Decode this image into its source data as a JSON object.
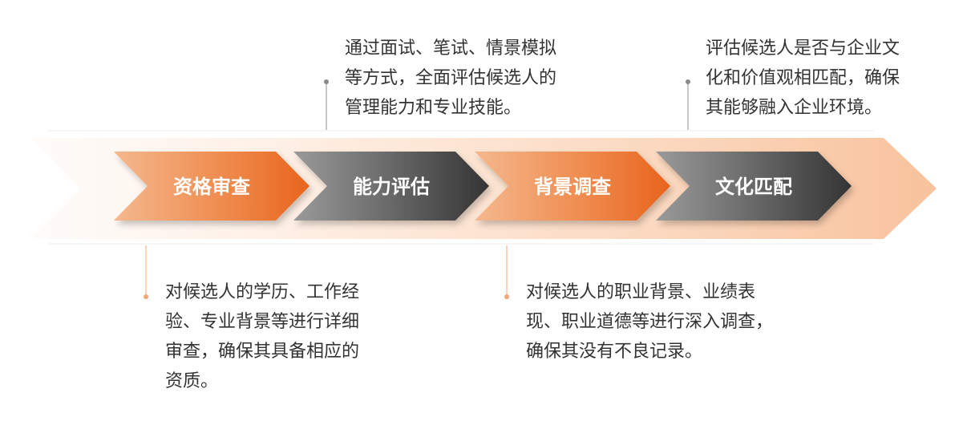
{
  "colors": {
    "orange": "#ea6f2a",
    "orange_light": "#f3b48a",
    "gray_dark": "#3c3c3c",
    "gray_light": "#8e8e8e",
    "band": "#f9c9a6",
    "text": "#333333"
  },
  "steps": [
    {
      "label": "资格审查",
      "tone": "orange"
    },
    {
      "label": "能力评估",
      "tone": "gray"
    },
    {
      "label": "背景调查",
      "tone": "orange"
    },
    {
      "label": "文化匹配",
      "tone": "gray"
    }
  ],
  "descriptions": {
    "qualification": {
      "lines": [
        "对候选人的学历、工作经",
        "验、专业背景等进行详细",
        "审查，确保其具备相应的",
        "资质。"
      ]
    },
    "ability": {
      "lines": [
        "通过面试、笔试、情景模拟",
        "等方式，全面评估候选人的",
        "管理能力和专业技能。"
      ]
    },
    "background": {
      "lines": [
        "对候选人的职业背景、业绩表",
        "现、职业道德等进行深入调查，",
        "确保其没有不良记录。"
      ]
    },
    "culture": {
      "lines": [
        "评估候选人是否与企业文",
        "化和价值观相匹配，确保",
        "其能够融入企业环境。"
      ]
    }
  }
}
